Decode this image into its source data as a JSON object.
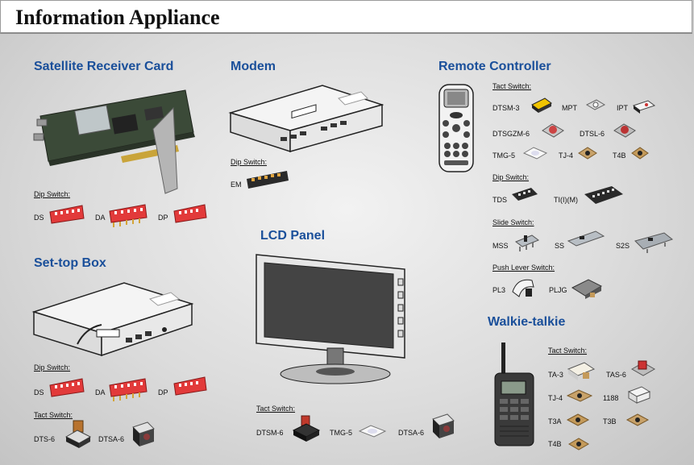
{
  "header": {
    "title": "Information Appliance"
  },
  "satellite": {
    "title": "Satellite Receiver Card",
    "dip_title": "Dip Switch:",
    "items": [
      "DS",
      "DA",
      "DP"
    ]
  },
  "modem": {
    "title": "Modem",
    "dip_title": "Dip Switch:",
    "items": [
      "EM"
    ]
  },
  "remote": {
    "title": "Remote Controller",
    "tact_title": "Tact Switch:",
    "tact": [
      "DTSM-3",
      "MPT",
      "IPT",
      "DTSGZM-6",
      "DTSL-6",
      "TMG-5",
      "TJ-4",
      "T4B"
    ],
    "dip_title": "Dip Switch:",
    "dip": [
      "TDS",
      "TI(I)(M)"
    ],
    "slide_title": "Slide Switch:",
    "slide": [
      "MSS",
      "SS",
      "S2S"
    ],
    "lever_title": "Push Lever Switch:",
    "lever": [
      "PL3",
      "PLJG"
    ]
  },
  "settop": {
    "title": "Set-top Box",
    "dip_title": "Dip Switch:",
    "dip": [
      "DS",
      "DA",
      "DP"
    ],
    "tact_title": "Tact Switch:",
    "tact": [
      "DTS-6",
      "DTSA-6"
    ]
  },
  "lcd": {
    "title": "LCD Panel",
    "tact_title": "Tact Switch:",
    "tact": [
      "DTSM-6",
      "TMG-5",
      "DTSA-6"
    ]
  },
  "walkie": {
    "title": "Walkie-talkie",
    "tact_title": "Tact Switch:",
    "tact": [
      "TA-3",
      "TAS-6",
      "TJ-4",
      "1188",
      "T3A",
      "T3B",
      "T4B"
    ]
  }
}
